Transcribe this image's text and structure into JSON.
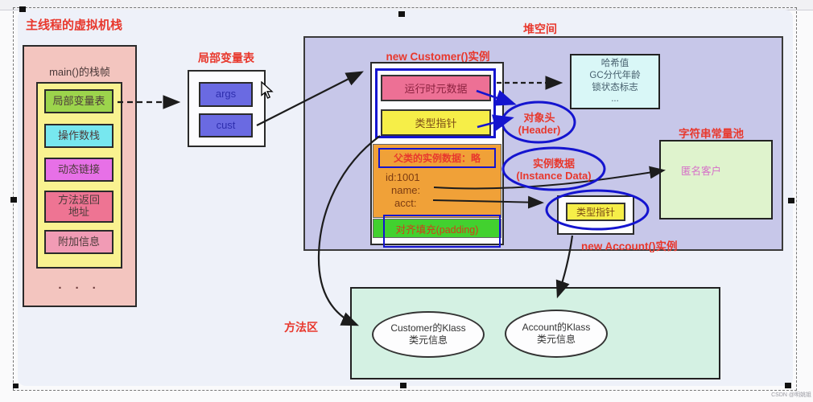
{
  "frame": {
    "watermark": "CSDN @明姚姐"
  },
  "vm_stack": {
    "title": "主线程的虚拟机栈",
    "frame_label": "main()的栈帧",
    "items": [
      {
        "label": "局部变量表"
      },
      {
        "label": "操作数栈"
      },
      {
        "label": "动态链接"
      },
      {
        "label": "方法返回",
        "label2": "地址"
      },
      {
        "label": "附加信息"
      }
    ],
    "more": "· · ·"
  },
  "local_var_table": {
    "title": "局部变量表",
    "slots": [
      "args",
      "cust"
    ]
  },
  "heap": {
    "title": "堆空间",
    "customer_instance": {
      "title": "new Customer()实例",
      "runtime_metadata": "运行时元数据",
      "type_pointer": "类型指针",
      "parent_instance_data": "父类的实例数据：略",
      "fields": [
        "id:1001",
        "name:",
        "acct:"
      ],
      "padding": "对齐填充(padding)"
    },
    "mark_word_box": {
      "lines": [
        "哈希值",
        "GC分代年龄",
        "锁状态标志",
        "..."
      ]
    },
    "object_header_note": {
      "line1": "对象头",
      "line2": "(Header)"
    },
    "instance_data_note": {
      "line1": "实例数据",
      "line2": "(Instance Data)"
    },
    "account_instance": {
      "title": "new Account()实例",
      "type_pointer": "类型指针"
    },
    "string_pool": {
      "title": "字符串常量池",
      "value": "匿名客户"
    }
  },
  "method_area": {
    "title": "方法区",
    "klasses": [
      {
        "line1": "Customer的Klass",
        "line2": "类元信息"
      },
      {
        "line1": "Account的Klass",
        "line2": "类元信息"
      }
    ]
  },
  "colors": {
    "title_red": "#e8382d",
    "annotation_blue": "#1414cf",
    "heap_bg": "#c7c7e9",
    "stack_bg": "#f3c5bf",
    "stack_frame_bg": "#f9f290",
    "local_var_green": "#9cd44c",
    "operand_cyan": "#77e7ef",
    "dynamic_link_magenta": "#e770e7",
    "return_addr_pink": "#ee7493",
    "extra_info_pink": "#f19bb5",
    "var_slot_blue": "#6a6ae2",
    "runtime_meta_pink": "#ed7095",
    "type_pointer_yellow": "#f6ee48",
    "instance_data_orange": "#f0a138",
    "padding_green": "#42d12f",
    "mark_word_cyan": "#d9f7f7",
    "string_pool_green": "#dff3cd",
    "method_area_mint": "#d4f1e3"
  }
}
